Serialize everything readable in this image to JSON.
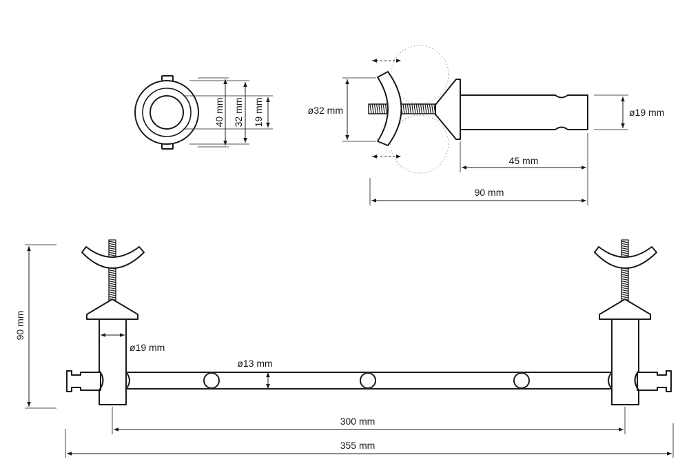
{
  "labels": {
    "end_view_outer_dia": "40 mm",
    "end_view_mid_dia": "32 mm",
    "end_view_inner_dia": "19 mm",
    "clamp_dia": "ø32 mm",
    "post_dia": "ø19 mm",
    "post_length": "45 mm",
    "bracket_length": "90 mm",
    "overall_height": "90 mm",
    "post_dia_front": "ø19 mm",
    "bar_dia": "ø13 mm",
    "bar_length": "300 mm",
    "overall_length": "355 mm"
  },
  "colors": {
    "line": "#1a1a1a",
    "hidden": "#9a9a9a",
    "background": "#ffffff"
  }
}
